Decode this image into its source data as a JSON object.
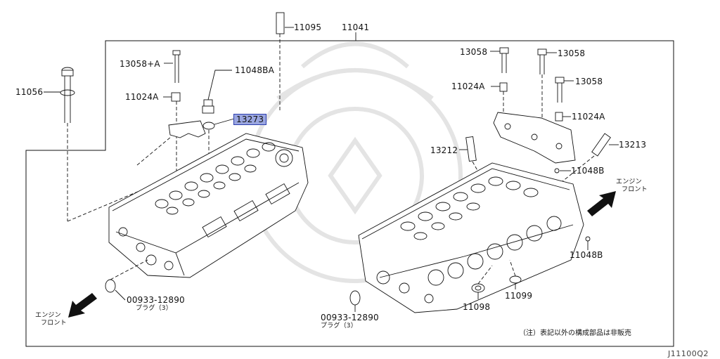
{
  "callouts": {
    "c11095": "11095",
    "c11041": "11041",
    "c13058a": "13058+A",
    "c11048ba": "11048BA",
    "c11056": "11056",
    "c11024a_left": "11024A",
    "c13273": "13273",
    "c13058_r1": "13058",
    "c13058_r2": "13058",
    "c13058_r3": "13058",
    "c11024a_r1": "11024A",
    "c11024a_r2": "11024A",
    "c13212": "13212",
    "c13213": "13213",
    "c11048b_1": "11048B",
    "c11048b_2": "11048B",
    "c00933_left": "00933-12890",
    "c00933_right": "00933-12890",
    "c11098": "11098",
    "c11099": "11099"
  },
  "plug_left": "プラグ（3）",
  "plug_right": "プラグ（3）",
  "engine_front_right": [
    "エンジン",
    "フロント"
  ],
  "engine_front_left": [
    "エンジン",
    "フロント"
  ],
  "note": "（注）表記以外の構成部品は非販売",
  "diagram_code": "J11100Q2",
  "highlight_color": "#9aa6e0"
}
